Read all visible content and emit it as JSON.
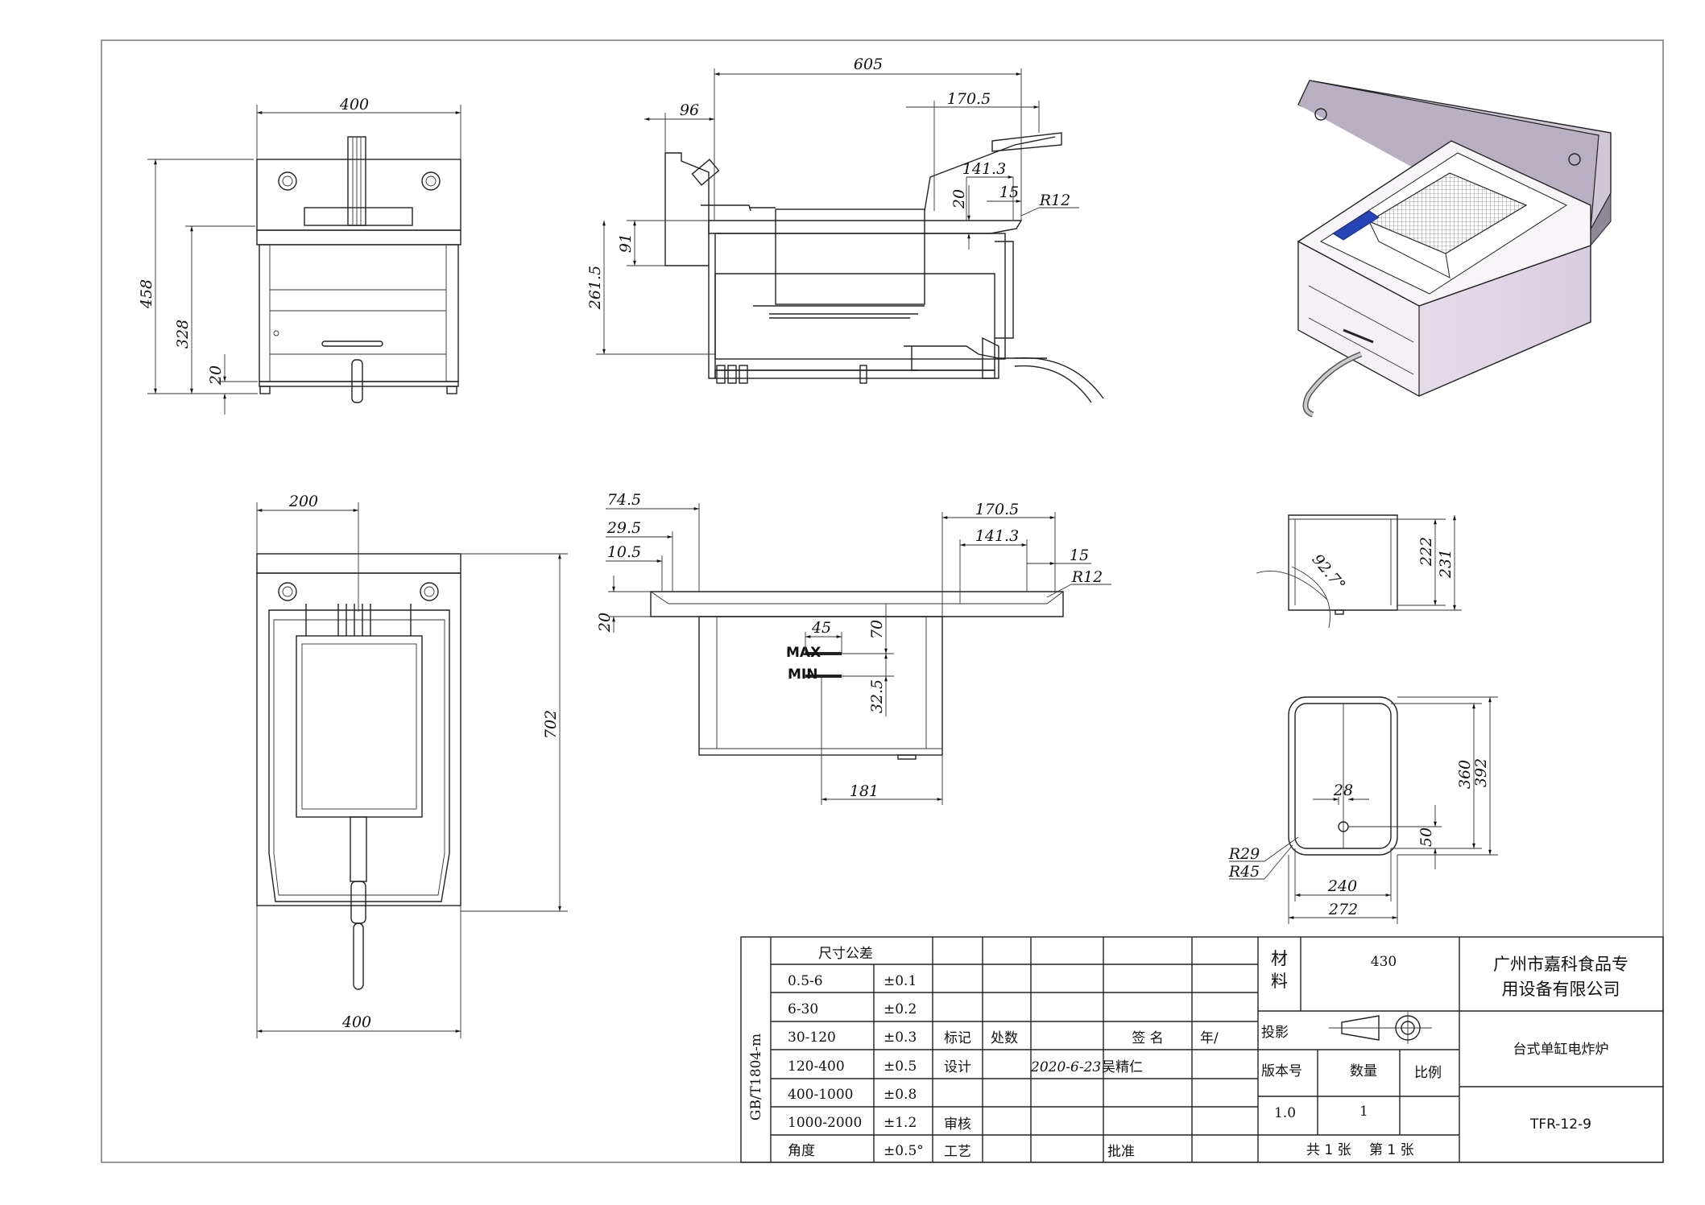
{
  "views": {
    "front": {
      "width": "400",
      "height_total": "458",
      "height_body": "328",
      "foot": "20"
    },
    "side": {
      "overall": "605",
      "back": "96",
      "handle": "170.5",
      "handle_inner": "141.3",
      "step": "20",
      "lip": "15",
      "radius": "R12",
      "panel": "91",
      "height": "261.5"
    },
    "top": {
      "half": "200",
      "depth": "702",
      "width": "400"
    },
    "section": {
      "d1": "74.5",
      "d2": "29.5",
      "d3": "10.5",
      "top_thk": "20",
      "d4": "170.5",
      "d5": "141.3",
      "d6": "15",
      "radius": "R12",
      "mark_w": "45",
      "max_depth": "70",
      "level_gap": "32.5",
      "bottom": "181",
      "max_label": "MAX",
      "min_label": "MIN"
    },
    "tank_side": {
      "angle": "92.7°",
      "h1": "222",
      "h2": "231"
    },
    "tank_plan": {
      "r1": "R29",
      "r2": "R45",
      "hole": "28",
      "inner_h": "360",
      "outer_h": "392",
      "offset": "50",
      "inner_w": "240",
      "outer_w": "272"
    }
  },
  "title_block": {
    "tolerance_header": "尺寸公差",
    "tolerances": [
      {
        "range": "0.5-6",
        "tol": "±0.1"
      },
      {
        "range": "6-30",
        "tol": "±0.2"
      },
      {
        "range": "30-120",
        "tol": "±0.3"
      },
      {
        "range": "120-400",
        "tol": "±0.5"
      },
      {
        "range": "400-1000",
        "tol": "±0.8"
      },
      {
        "range": "1000-2000",
        "tol": "±1.2"
      },
      {
        "range": "角度",
        "tol": "±0.5°"
      }
    ],
    "standard": "GB/T1804-m",
    "mark": "标记",
    "count": "处数",
    "sign": "签 名",
    "year": "年/",
    "design": "设计",
    "date": "2020-6-23",
    "designer": "吴精仁",
    "review": "审核",
    "process": "工艺",
    "approve": "批准",
    "material_label": "材料",
    "material": "430",
    "company": [
      "广州市嘉科食品专",
      "用设备有限公司"
    ],
    "projection": "投影",
    "product": "台式单缸电炸炉",
    "version_label": "版本号",
    "qty_label": "数量",
    "scale_label": "比例",
    "version": "1.0",
    "qty": "1",
    "model": "TFR-12-9",
    "sheets": "共 1 张",
    "sheet_no": "第 1 张"
  }
}
